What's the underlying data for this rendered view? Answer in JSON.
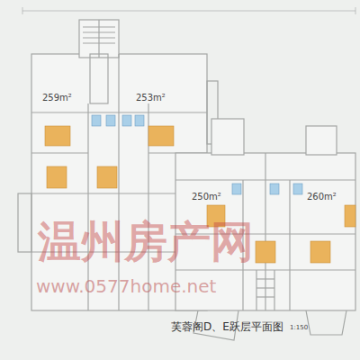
{
  "diagram": {
    "title": "芙蓉阁D、E跃层平面图",
    "labels": [
      "259m²",
      "253m²",
      "250m²",
      "260m²",
      "温州房产网",
      "www.0577home.net",
      "1:150"
    ]
  }
}
